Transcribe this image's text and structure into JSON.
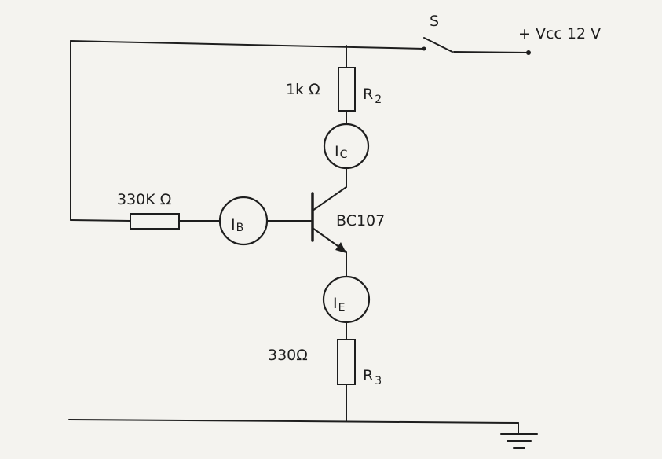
{
  "supply": {
    "label": "+ Vcc 12 V"
  },
  "switch": {
    "label": "S"
  },
  "resistors": {
    "r2": {
      "name": "R",
      "sub": "2",
      "value": "1k Ω"
    },
    "rb": {
      "value": "330K Ω"
    },
    "r3": {
      "name": "R",
      "sub": "3",
      "value": "330Ω"
    }
  },
  "meters": {
    "ic": {
      "main": "I",
      "sub": "C"
    },
    "ib": {
      "main": "I",
      "sub": "B"
    },
    "ie": {
      "main": "I",
      "sub": "E"
    }
  },
  "transistor": {
    "label": "BC107"
  },
  "colors": {
    "ink": "#1e1e1e",
    "paper": "#f4f3ef"
  }
}
